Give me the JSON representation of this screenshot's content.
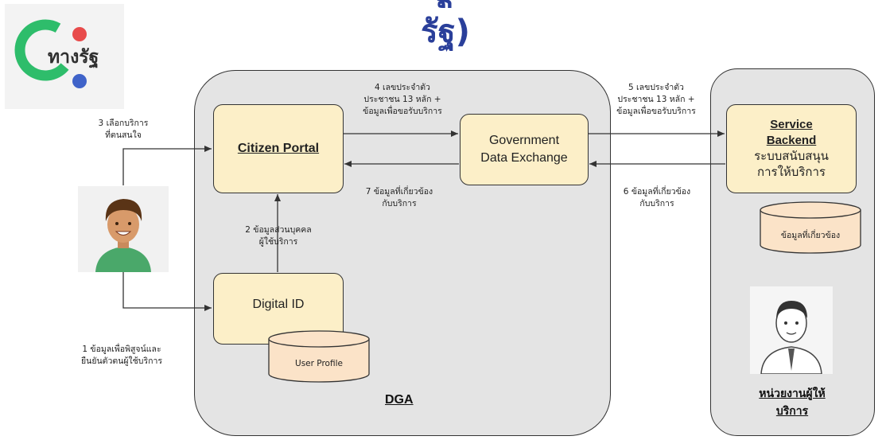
{
  "title": {
    "line1": "ฐ",
    "line2": "รัฐ)"
  },
  "logo": {
    "text": "ทางรัฐ",
    "colors": {
      "green": "#2ebd6b",
      "red": "#e84b4b",
      "blue": "#3f63c9"
    }
  },
  "nodes": {
    "citizen_portal": "Citizen Portal",
    "gde_line1": "Government",
    "gde_line2": "Data Exchange",
    "digital_id": "Digital ID",
    "user_profile": "User Profile",
    "service_backend_line1": "Service",
    "service_backend_line2": "Backend",
    "service_backend_line3": "ระบบสนับสนุน",
    "service_backend_line4": "การให้บริการ",
    "related_data": "ข้อมูลที่เกี่ยวข้อง"
  },
  "edges": {
    "e1_line1": "1 ข้อมูลเพื่อพิสูจน์และ",
    "e1_line2": "ยืนยันตัวตนผู้ใช้บริการ",
    "e2_line1": "2 ข้อมูลส่วนบุคคล",
    "e2_line2": "ผู้ใช้บริการ",
    "e3_line1": "3 เลือกบริการ",
    "e3_line2": "ที่ตนสนใจ",
    "e4_line1": "4 เลขประจำตัว",
    "e4_line2": "ประชาชน 13 หลัก +",
    "e4_line3": "ข้อมูลเพื่อขอรับบริการ",
    "e5_line1": "5 เลขประจำตัว",
    "e5_line2": "ประชาชน 13 หลัก +",
    "e5_line3": "ข้อมูลเพื่อขอรับบริการ",
    "e6_line1": "6 ข้อมูลที่เกี่ยวข้อง",
    "e6_line2": "กับบริการ",
    "e7_line1": "7 ข้อมูลที่เกี่ยวข้อง",
    "e7_line2": "กับบริการ"
  },
  "groups": {
    "dga": "DGA",
    "agency_line1": "หน่วยงานผู้ให้",
    "agency_line2": "บริการ"
  },
  "colors": {
    "box_fill": "#fcefc8",
    "cylinder_fill": "#fbe3c8",
    "panel_fill": "#e4e4e4",
    "title": "#2a3f9a"
  }
}
